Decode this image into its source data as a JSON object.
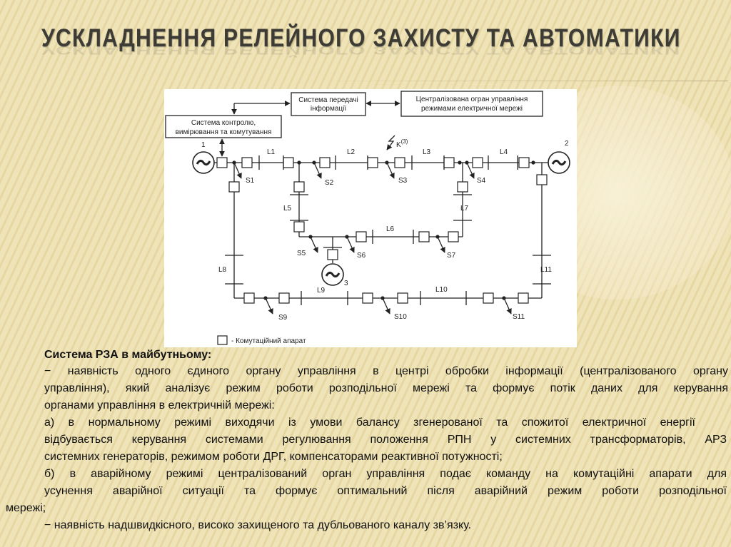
{
  "title": "УСКЛАДНЕННЯ РЕЛЕЙНОГО ЗАХИСТУ ТА АВТОМАТИКИ",
  "diagram": {
    "box_transfer": [
      "Система передачі",
      "інформації"
    ],
    "box_central": [
      "Централізована огран управління",
      "режимами електричної мережі"
    ],
    "box_control": [
      "Система контролю,",
      "вимірювання та комутування"
    ],
    "generators": [
      "1",
      "2",
      "3"
    ],
    "lines": [
      "L1",
      "L2",
      "L3",
      "L4",
      "L5",
      "L6",
      "L7",
      "L8",
      "L9",
      "L10",
      "L11"
    ],
    "loads": [
      "S1",
      "S2",
      "S3",
      "S4",
      "S5",
      "S6",
      "S7",
      "S9",
      "S10",
      "S11"
    ],
    "fault": "K",
    "fault_sup": "(3)",
    "legend": "- Комутаційний апарат"
  },
  "text": {
    "heading": "Система РЗА в майбутньому:",
    "lines": [
      "− наявність одного єдиного органу управління в центрі обробки інформації (централізованого органу",
      "управління), який аналізує режим роботи розподільної мережі та формує потік даних для керування",
      "органами управління в електричній мережі:",
      "а) в нормальному режимі виходячи із умови балансу згенерованої та спожитої електричної енергії",
      "відбувається керування системами регулювання положення РПН у системних трансформаторів, АРЗ",
      "системних генераторів, режимом роботи ДРГ, компенсаторами реактивної потужності;",
      "б) в аварійному режимі централізований орган управління подає команду на комутаційні апарати для",
      "усунення аварійної ситуації та формує оптимальний після аварійний режим роботи розподільної",
      "мережі;",
      "− наявність надшвидкісного, високо захищеного та дубльованого каналу зв’язку."
    ]
  }
}
